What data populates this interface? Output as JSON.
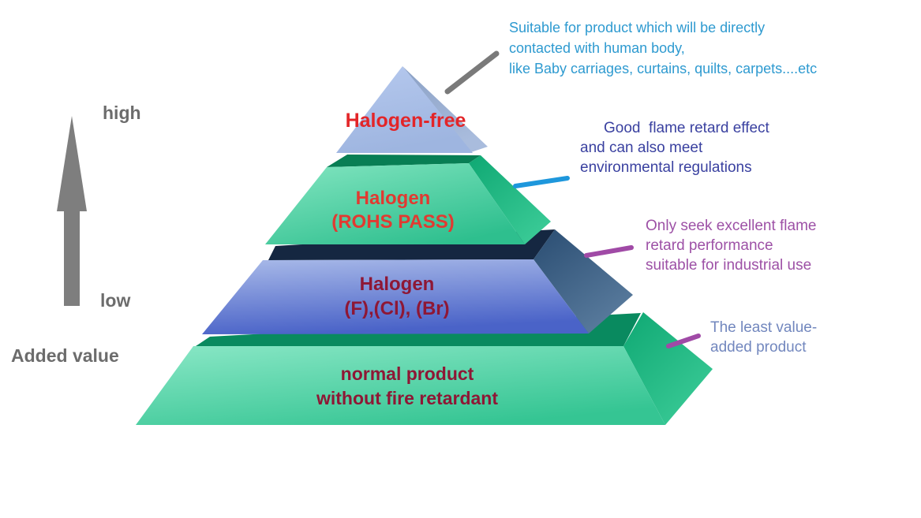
{
  "page": {
    "background_color": "#FFFFFF",
    "description_diagram_type": "pyramid"
  },
  "value_axis": {
    "high": "high",
    "low": "low",
    "label": "Added value",
    "arrow_icon": "up-arrow-icon",
    "arrow_color": "#7E7E7E",
    "text_color": "#6C6C6C"
  },
  "pyramid": {
    "levels": [
      {
        "name": "halogen-free",
        "lines": [
          "Halogen-free"
        ],
        "text_color": "#E32528",
        "face_color": "#AEC3E9"
      },
      {
        "name": "halogen-rohs-pass",
        "lines": [
          "Halogen",
          "(ROHS PASS)"
        ],
        "text_color": "#E13A31",
        "face_color": "#52D3A6"
      },
      {
        "name": "halogen-f-cl-br",
        "lines": [
          "Halogen",
          "(F),(Cl), (Br)"
        ],
        "text_color": "#8E1735",
        "face_color": "#7B90D9"
      },
      {
        "name": "normal-product",
        "lines": [
          "normal product",
          "without fire retardant"
        ],
        "text_color": "#8E1735",
        "face_color": "#5FD9AE"
      }
    ]
  },
  "annotations": [
    {
      "for_level": "halogen-free",
      "text_color": "#2E9AD0",
      "connector_color": "#7A7A7A",
      "lines": [
        "Suitable for product which will be directly",
        "contacted with human body,",
        "like Baby carriages, curtains, quilts, carpets....etc"
      ]
    },
    {
      "for_level": "halogen-rohs-pass",
      "text_color": "#3A41A0",
      "connector_color": "#1E97DC",
      "lines": [
        "Good  flame retard effect",
        "and can also meet",
        "environmental regulations"
      ]
    },
    {
      "for_level": "halogen-f-cl-br",
      "text_color": "#9D51A6",
      "connector_color": "#A04AA6",
      "lines": [
        "Only seek excellent flame",
        "retard performance",
        "suitable for industrial use"
      ]
    },
    {
      "for_level": "normal-product",
      "text_color": "#7287BE",
      "connector_color": "#A04AA6",
      "lines": [
        "The least value-",
        "added product"
      ]
    }
  ]
}
